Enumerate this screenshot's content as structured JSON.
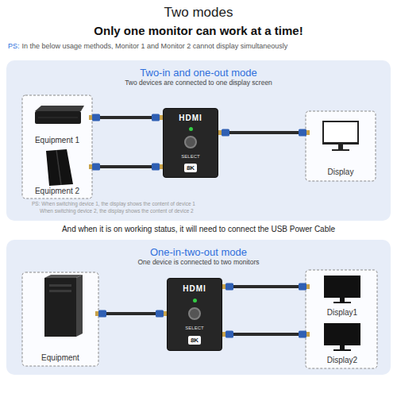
{
  "diagram": {
    "title": "Two modes",
    "nodes": [
      {
        "text": [
          "Two-in and one-out mode",
          "Two devices are connected to one display screen"
        ]
      },
      {
        "text": [
          "Equipment 1"
        ],
        "in": 0
      },
      {
        "text": [
          "Equipment 2"
        ],
        "in": 0
      },
      {
        "text": [
          "HDMI",
          "SELECT",
          "8K"
        ],
        "in": 0
      },
      {
        "text": [
          "Display"
        ],
        "in": 0
      },
      {
        "text": [
          "One-in-two-out mode",
          "One device is connected to two monitors"
        ]
      },
      {
        "text": [
          "Equipment"
        ],
        "in": 5
      },
      {
        "text": [
          "HDMI",
          "SELECT",
          "8K"
        ],
        "in": 5
      },
      {
        "text": [
          "Display1"
        ],
        "in": 5
      },
      {
        "text": [
          "Display2"
        ],
        "in": 5
      }
    ],
    "edges": [
      {
        "from": 1,
        "to": 3,
        "arrow": "none"
      },
      {
        "from": 2,
        "to": 3,
        "arrow": "none"
      },
      {
        "from": 3,
        "to": 4,
        "arrow": "none"
      },
      {
        "from": 6,
        "to": 7,
        "arrow": "none"
      },
      {
        "from": 7,
        "to": 8,
        "arrow": "none"
      },
      {
        "from": 7,
        "to": 9,
        "arrow": "none"
      }
    ],
    "labels": [
      "Only one monitor can work at a time!",
      "PS:",
      "In the below usage methods, Monitor 1 and Monitor 2 cannot display simultaneously",
      "PS: When switching device 1, the display shows the content of device 1",
      "When switching device 2, the display shows the content of device 2",
      "And when it is on working status, it will need to connect the USB Power Cable"
    ]
  }
}
